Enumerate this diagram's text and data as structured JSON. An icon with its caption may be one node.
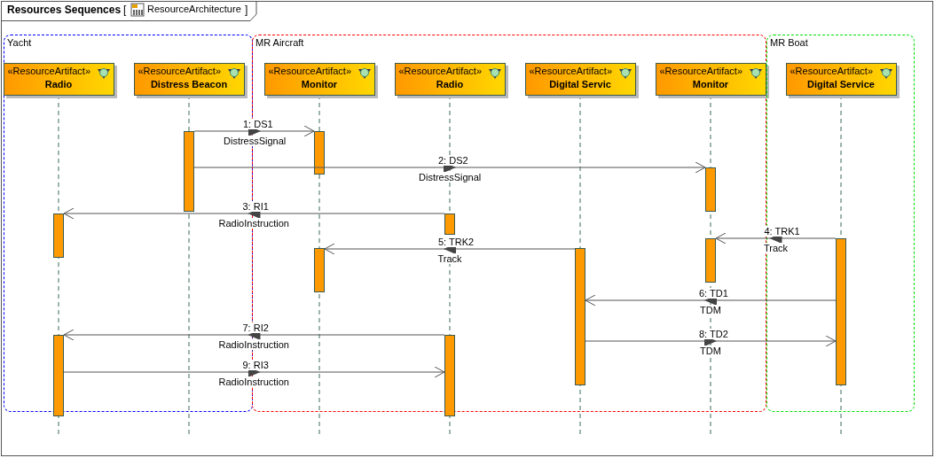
{
  "diagram": {
    "title": "Resources Sequences",
    "nodes": [
      {
        "text": [
          "Yacht"
        ]
      },
      {
        "text": [
          "MR Aircraft"
        ]
      },
      {
        "text": [
          "MR Boat"
        ]
      },
      {
        "text": [
          "«ResourceArtifact»",
          "Radio"
        ],
        "in": 0
      },
      {
        "text": [
          "«ResourceArtifact»",
          "Distress Beacon"
        ],
        "in": 0
      },
      {
        "text": [
          "«ResourceArtifact»",
          "Monitor"
        ],
        "in": 1
      },
      {
        "text": [
          "«ResourceArtifact»",
          "Radio"
        ],
        "in": 1
      },
      {
        "text": [
          "«ResourceArtifact»",
          "Digital Servic"
        ],
        "in": 1
      },
      {
        "text": [
          "«ResourceArtifact»",
          "Monitor"
        ],
        "in": 1
      },
      {
        "text": [
          "«ResourceArtifact»",
          "Digital Service"
        ],
        "in": 2
      },
      {
        "text": [],
        "shape": "bar",
        "in": 0
      },
      {
        "text": [],
        "shape": "bar",
        "in": 1
      },
      {
        "text": [],
        "shape": "bar",
        "in": 1
      },
      {
        "text": [],
        "shape": "bar",
        "in": 0
      },
      {
        "text": [],
        "shape": "bar",
        "in": 1
      },
      {
        "text": [],
        "shape": "bar",
        "in": 1
      },
      {
        "text": [],
        "shape": "bar",
        "in": 2
      },
      {
        "text": [],
        "shape": "bar",
        "in": 1
      },
      {
        "text": [],
        "shape": "bar",
        "in": 1
      },
      {
        "text": [],
        "shape": "bar",
        "in": 0
      },
      {
        "text": [],
        "shape": "bar",
        "in": 1
      }
    ],
    "edges": [
      {
        "from": 10,
        "to": 11,
        "arrow": "to",
        "label": "1: DS1"
      },
      {
        "from": 10,
        "to": 12,
        "arrow": "to",
        "label": "2: DS2"
      },
      {
        "from": 14,
        "to": 13,
        "arrow": "to",
        "label": "3: RI1"
      },
      {
        "from": 16,
        "to": 15,
        "arrow": "to",
        "label": "4: TRK1"
      },
      {
        "from": 18,
        "to": 17,
        "arrow": "to",
        "label": "5: TRK2"
      },
      {
        "from": 16,
        "to": 18,
        "arrow": "to",
        "label": "6: TD1"
      },
      {
        "from": 20,
        "to": 19,
        "arrow": "to",
        "label": "7: RI2"
      },
      {
        "from": 18,
        "to": 16,
        "arrow": "to",
        "label": "8: TD2"
      },
      {
        "from": 19,
        "to": 20,
        "arrow": "to",
        "label": "9: RI3"
      }
    ],
    "labels": [
      "[",
      "ResourceArchitecture",
      "]",
      "DistressSignal",
      "DistressSignal",
      "RadioInstruction",
      "Track",
      "Track",
      "TDM",
      "RadioInstruction",
      "TDM",
      "RadioInstruction"
    ]
  }
}
